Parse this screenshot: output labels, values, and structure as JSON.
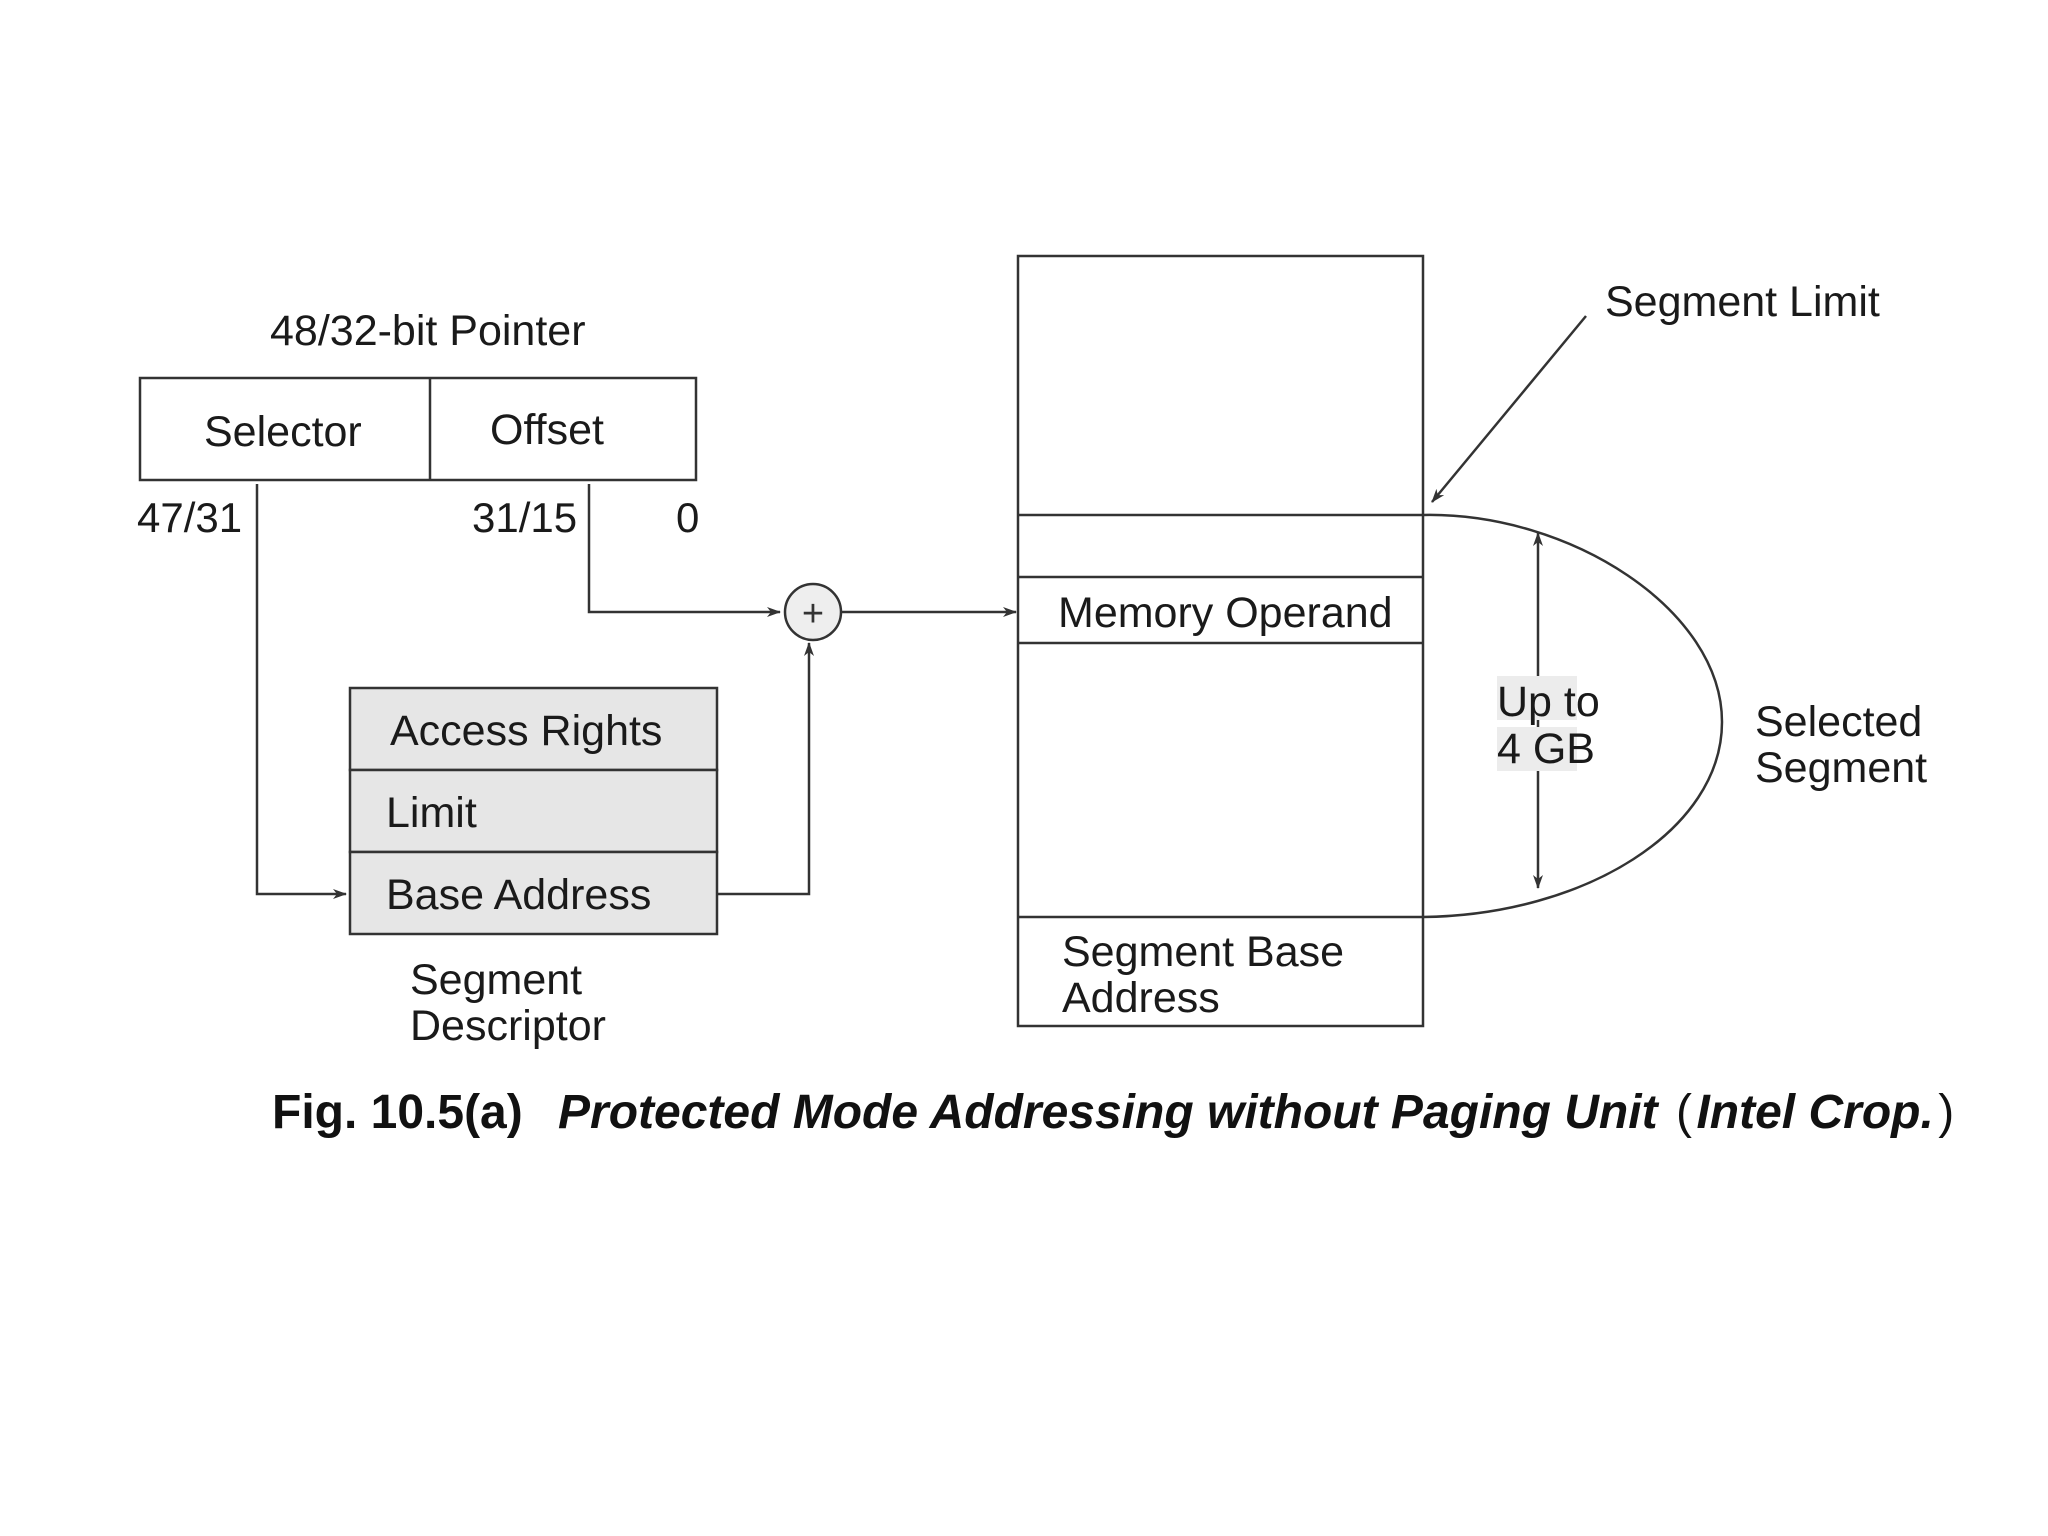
{
  "pointer": {
    "title": "48/32-bit Pointer",
    "selector_label": "Selector",
    "offset_label": "Offset",
    "bit_left": "47/31",
    "bit_mid": "31/15",
    "bit_right": "0"
  },
  "adder": {
    "symbol": "+"
  },
  "descriptor": {
    "rows": [
      "Access Rights",
      "Limit",
      "Base Address"
    ],
    "caption_line1": "Segment",
    "caption_line2": "Descriptor"
  },
  "memory": {
    "operand_label": "Memory Operand",
    "base_line1": "Segment Base",
    "base_line2": "Address",
    "limit_label": "Segment Limit",
    "size_line1": "Up to",
    "size_line2": "4 GB",
    "selected_line1": "Selected",
    "selected_line2": "Segment"
  },
  "caption": {
    "number": "Fig. 10.5(a)",
    "title": "Protected Mode Addressing without Paging Unit",
    "paren_open": "(",
    "source": "Intel Crop.",
    "paren_close": ")"
  }
}
